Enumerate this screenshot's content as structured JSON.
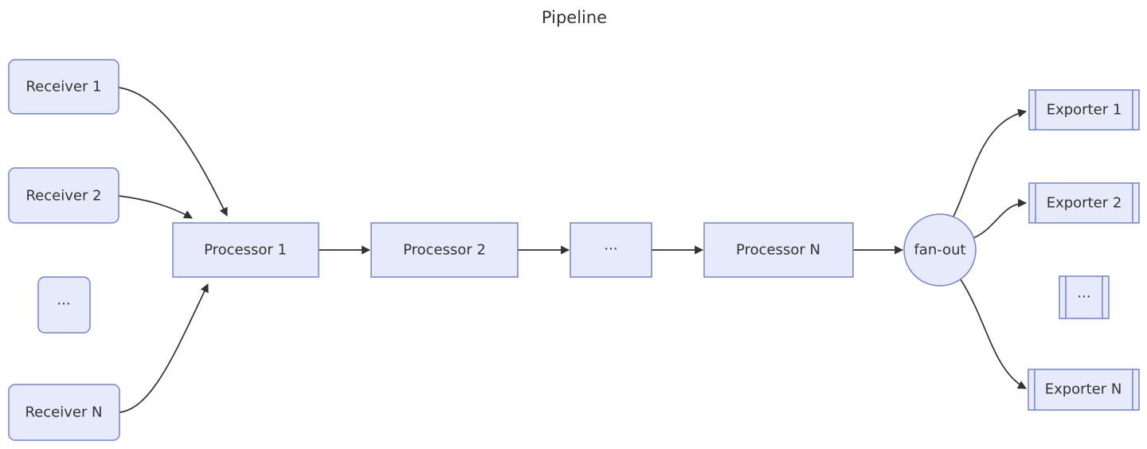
{
  "diagram": {
    "title": "Pipeline",
    "colors": {
      "background": "#FFFFFF",
      "node_fill": "#E7EAFB",
      "node_border": "#7683C6",
      "edge": "#333333",
      "text": "#333333"
    },
    "receivers": [
      {
        "label": "Receiver 1"
      },
      {
        "label": "Receiver 2"
      },
      {
        "label": "..."
      },
      {
        "label": "Receiver N"
      }
    ],
    "processors": [
      {
        "label": "Processor 1"
      },
      {
        "label": "Processor 2"
      },
      {
        "label": "..."
      },
      {
        "label": "Processor N"
      }
    ],
    "fanout": {
      "label": "fan-out"
    },
    "exporters": [
      {
        "label": "Exporter 1"
      },
      {
        "label": "Exporter 2"
      },
      {
        "label": "..."
      },
      {
        "label": "Exporter N"
      }
    ],
    "edges": [
      {
        "from": "Receiver 1",
        "to": "Processor 1"
      },
      {
        "from": "Receiver 2",
        "to": "Processor 1"
      },
      {
        "from": "Receiver N",
        "to": "Processor 1"
      },
      {
        "from": "Processor 1",
        "to": "Processor 2"
      },
      {
        "from": "Processor 2",
        "to": "..."
      },
      {
        "from": "...",
        "to": "Processor N"
      },
      {
        "from": "Processor N",
        "to": "fan-out"
      },
      {
        "from": "fan-out",
        "to": "Exporter 1"
      },
      {
        "from": "fan-out",
        "to": "Exporter 2"
      },
      {
        "from": "fan-out",
        "to": "Exporter N"
      }
    ]
  }
}
